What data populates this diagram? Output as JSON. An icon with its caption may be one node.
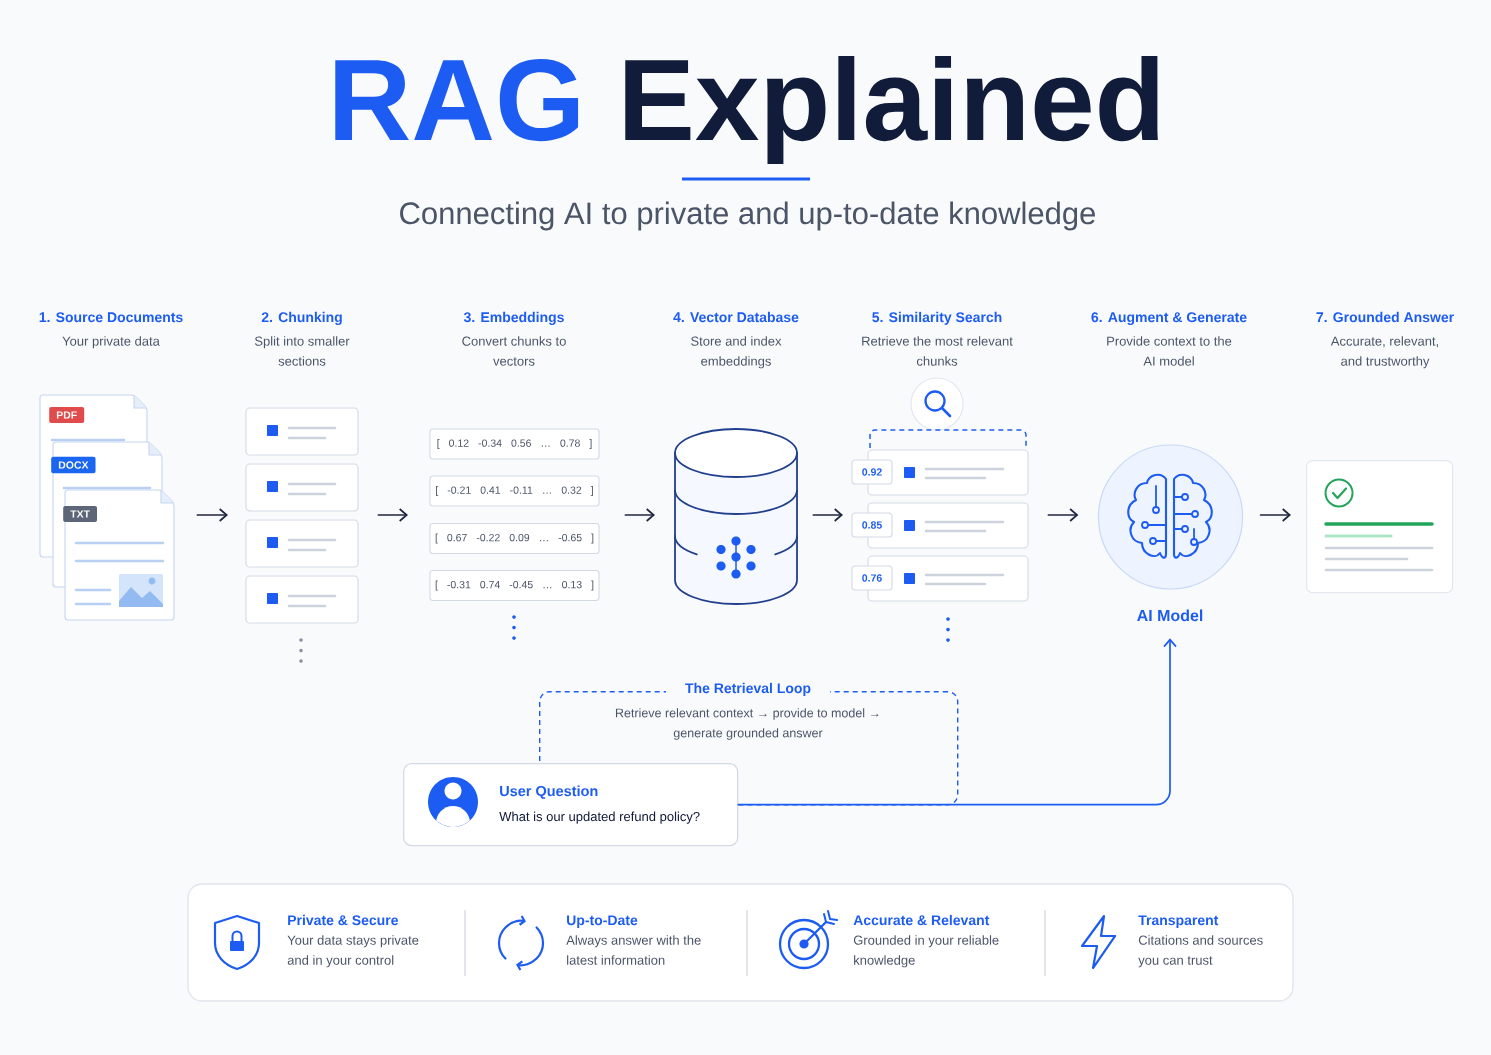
{
  "diagram": {
    "title": "RAG Explained",
    "nodes": [
      {
        "text": [
          "PDF",
          "DOCX",
          "TXT"
        ],
        "beside": [
          "1. Source Documents",
          "Your private data"
        ]
      },
      {
        "text": [],
        "shape": "picture",
        "beside": [
          "2. Chunking",
          "Split into smaller sections"
        ]
      },
      {
        "text": [
          "[ 0.12 -0.34 0.56 … 0.78 ]",
          "[ -0.21 0.41 -0.11 … 0.32 ]",
          "[ 0.67 -0.22 0.09 … -0.65 ]",
          "[ -0.31 0.74 -0.45 … 0.13 ]"
        ],
        "beside": [
          "3. Embeddings",
          "Convert chunks to vectors"
        ]
      },
      {
        "text": [],
        "shape": "cylinder",
        "beside": [
          "4. Vector Database",
          "Store and index embeddings"
        ]
      },
      {
        "text": [
          "0.92",
          "0.85",
          "0.76"
        ],
        "beside": [
          "5. Similarity Search",
          "Retrieve the most relevant chunks"
        ]
      },
      {
        "text": [],
        "shape": "circle",
        "beside": [
          "6. Augment & Generate",
          "Provide context to the AI model",
          "AI Model"
        ]
      },
      {
        "text": [],
        "shape": "box",
        "beside": [
          "7. Grounded Answer",
          "Accurate, relevant, and trustworthy"
        ]
      },
      {
        "text": [
          "The Retrieval Loop",
          "Retrieve relevant context → provide to model → generate grounded answer"
        ]
      },
      {
        "text": [
          "User Question",
          "What is our updated refund policy?"
        ]
      },
      {
        "text": [],
        "shape": "box"
      },
      {
        "text": [
          "Private & Secure",
          "Your data stays private and in your control"
        ],
        "in": 9
      },
      {
        "text": [
          "Up-to-Date",
          "Always answer with the latest information"
        ],
        "in": 9
      },
      {
        "text": [
          "Accurate & Relevant",
          "Grounded in your reliable knowledge"
        ],
        "in": 9
      },
      {
        "text": [
          "Transparent",
          "Citations and sources you can trust"
        ],
        "in": 9
      }
    ],
    "edges": [
      {
        "from": 0,
        "to": 1,
        "arrow": "to"
      },
      {
        "from": 1,
        "to": 2,
        "arrow": "to"
      },
      {
        "from": 2,
        "to": 3,
        "arrow": "to"
      },
      {
        "from": 3,
        "to": 4,
        "arrow": "to"
      },
      {
        "from": 4,
        "to": 5,
        "arrow": "to"
      },
      {
        "from": 5,
        "to": 6,
        "arrow": "to"
      },
      {
        "from": 8,
        "to": 5,
        "arrow": "to",
        "color": "#1d5cf2"
      }
    ],
    "labels": [
      "Connecting AI to private and up-to-date knowledge"
    ]
  }
}
